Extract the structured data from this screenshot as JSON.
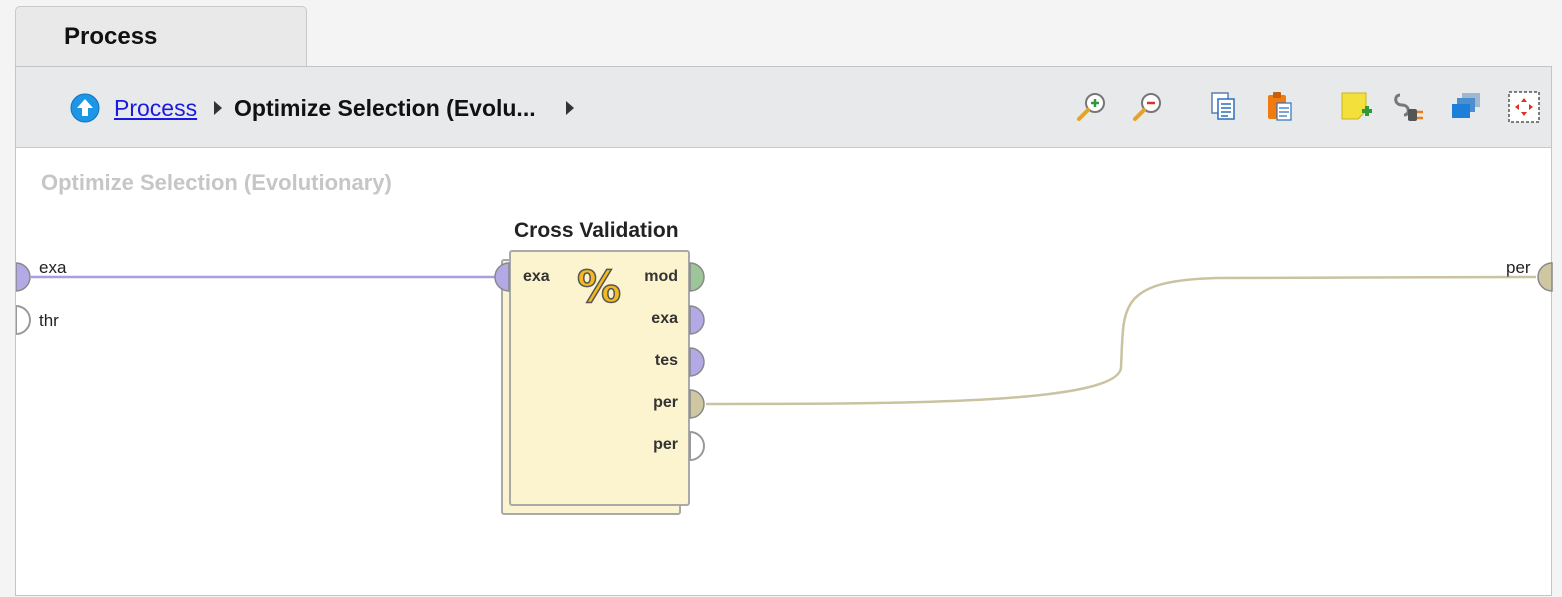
{
  "tab": {
    "label": "Process"
  },
  "breadcrumb": {
    "parent": "Process",
    "current": "Optimize Selection (Evolu..."
  },
  "toolbar": {
    "icons": [
      "zoom-in-icon",
      "zoom-out-icon",
      "copy-image-icon",
      "paste-icon",
      "add-note-icon",
      "auto-wire-icon",
      "arrange-operators-icon",
      "fit-to-view-icon"
    ]
  },
  "canvas": {
    "subprocess_title": "Optimize Selection (Evolutionary)",
    "left_ports": {
      "exa": "exa",
      "thr": "thr"
    },
    "right_ports": {
      "per": "per"
    },
    "operator": {
      "title": "Cross Validation",
      "icon_glyph": "%",
      "input_ports": [
        "exa"
      ],
      "output_ports": [
        "mod",
        "exa",
        "tes",
        "per",
        "per"
      ]
    }
  },
  "colors": {
    "example_port": "#b3a9e6",
    "model_port": "#9ec49a",
    "performance_port": "#cfc7a2",
    "wire_example": "#a79fe0",
    "wire_performance": "#c9c3a0",
    "operator_fill": "#fcf4cf"
  }
}
